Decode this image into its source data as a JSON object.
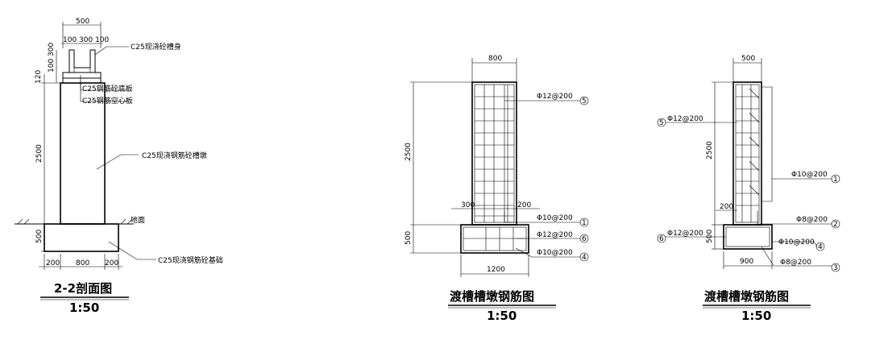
{
  "section": {
    "dims": {
      "top_width": "500",
      "top_split": "100 300 100",
      "left_120": "120",
      "left_100_300": "100 300",
      "height_2500": "2500",
      "base_500": "500",
      "bottom_200a": "200",
      "bottom_800": "800",
      "bottom_200b": "200"
    },
    "labels": {
      "trough_body": "C25现浇砼槽身",
      "bearing_pad": "C25钢筋砼底板",
      "hollow_slab": "C25钢筋空心板",
      "pier": "C25现浇钢筋砼槽墩",
      "ground": "地面",
      "foundation": "C25现浇钢筋砼基础"
    },
    "title": "2-2剖面图",
    "scale": "1:50"
  },
  "pier_rebar_1": {
    "dims": {
      "top_width": "800",
      "height_2500": "2500",
      "base_500": "500",
      "offset_300": "300",
      "offset_200": "200",
      "base_width": "1200"
    },
    "callouts": [
      {
        "text": "Φ12@200",
        "num": "5"
      },
      {
        "text": "Φ10@200",
        "num": "1"
      },
      {
        "text": "Φ12@200",
        "num": "6"
      },
      {
        "text": "Φ10@200",
        "num": "4"
      }
    ],
    "title": "渡槽槽墩钢筋图",
    "scale": "1:50"
  },
  "pier_rebar_2": {
    "dims": {
      "top_width": "500",
      "height_2500": "2500",
      "base_500": "500",
      "offset_200": "200",
      "base_width": "900"
    },
    "callouts": [
      {
        "text": "Φ12@200",
        "num": "5"
      },
      {
        "text": "Φ10@200",
        "num": "1"
      },
      {
        "text": "Φ8@200",
        "num": "2"
      },
      {
        "text": "Φ12@200",
        "num": "6"
      },
      {
        "text": "Φ10@200",
        "num": "4"
      },
      {
        "text": "Φ8@200",
        "num": "3"
      }
    ],
    "title": "渡槽槽墩钢筋图",
    "scale": "1:50"
  }
}
